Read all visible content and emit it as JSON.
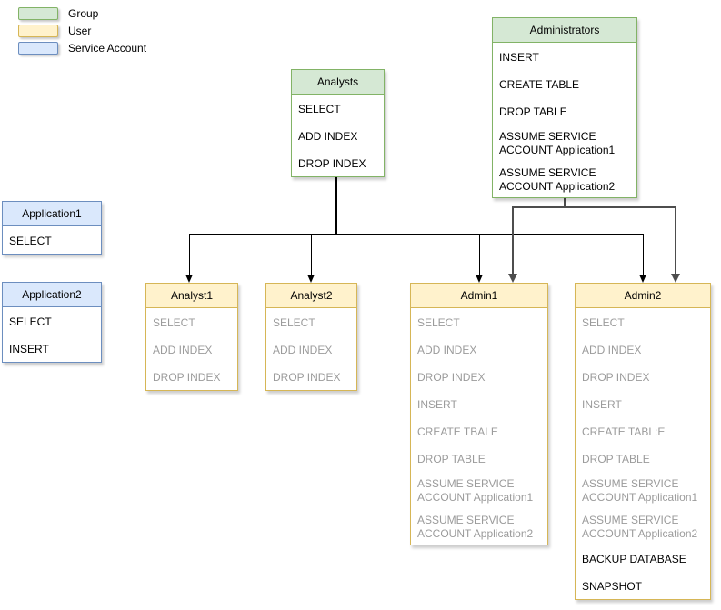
{
  "legend": {
    "items": [
      {
        "label": "Group"
      },
      {
        "label": "User"
      },
      {
        "label": "Service Account"
      }
    ]
  },
  "colors": {
    "group_fill": "#d5e8d4",
    "group_border": "#82b366",
    "user_fill": "#fff2cc",
    "user_border": "#d6b656",
    "service_fill": "#dae8fc",
    "service_border": "#6c8ebf",
    "body_fill": "#ffffff",
    "text": "#000000",
    "muted_text": "#9b9b9b",
    "connector_primary": "#000000",
    "connector_secondary": "#4d4d4d"
  },
  "nodes": {
    "analysts": {
      "title": "Analysts",
      "type": "Group",
      "permissions": [
        {
          "text": "SELECT",
          "muted": false
        },
        {
          "text": "ADD INDEX",
          "muted": false
        },
        {
          "text": "DROP INDEX",
          "muted": false
        }
      ]
    },
    "administrators": {
      "title": "Administrators",
      "type": "Group",
      "permissions": [
        {
          "text": "INSERT",
          "muted": false
        },
        {
          "text": "CREATE TABLE",
          "muted": false
        },
        {
          "text": "DROP TABLE",
          "muted": false
        },
        {
          "text": "ASSUME SERVICE\nACCOUNT Application1",
          "muted": false
        },
        {
          "text": "ASSUME SERVICE\nACCOUNT Application2",
          "muted": false
        }
      ]
    },
    "application1": {
      "title": "Application1",
      "type": "Service Account",
      "permissions": [
        {
          "text": "SELECT",
          "muted": false
        }
      ]
    },
    "application2": {
      "title": "Application2",
      "type": "Service Account",
      "permissions": [
        {
          "text": "SELECT",
          "muted": false
        },
        {
          "text": "INSERT",
          "muted": false
        }
      ]
    },
    "analyst1": {
      "title": "Analyst1",
      "type": "User",
      "permissions": [
        {
          "text": "SELECT",
          "muted": true
        },
        {
          "text": "ADD INDEX",
          "muted": true
        },
        {
          "text": "DROP INDEX",
          "muted": true
        }
      ]
    },
    "analyst2": {
      "title": "Analyst2",
      "type": "User",
      "permissions": [
        {
          "text": "SELECT",
          "muted": true
        },
        {
          "text": "ADD INDEX",
          "muted": true
        },
        {
          "text": "DROP INDEX",
          "muted": true
        }
      ]
    },
    "admin1": {
      "title": "Admin1",
      "type": "User",
      "permissions": [
        {
          "text": "SELECT",
          "muted": true
        },
        {
          "text": "ADD INDEX",
          "muted": true
        },
        {
          "text": "DROP INDEX",
          "muted": true
        },
        {
          "text": "INSERT",
          "muted": true
        },
        {
          "text": "CREATE TBALE",
          "muted": true
        },
        {
          "text": "DROP TABLE",
          "muted": true
        },
        {
          "text": "ASSUME SERVICE\nACCOUNT Application1",
          "muted": true
        },
        {
          "text": "ASSUME SERVICE\nACCOUNT Application2",
          "muted": true
        }
      ]
    },
    "admin2": {
      "title": "Admin2",
      "type": "User",
      "permissions": [
        {
          "text": "SELECT",
          "muted": true
        },
        {
          "text": "ADD INDEX",
          "muted": true
        },
        {
          "text": "DROP INDEX",
          "muted": true
        },
        {
          "text": "INSERT",
          "muted": true
        },
        {
          "text": "CREATE TABL:E",
          "muted": true
        },
        {
          "text": "DROP TABLE",
          "muted": true
        },
        {
          "text": "ASSUME SERVICE\nACCOUNT Application1",
          "muted": true
        },
        {
          "text": "ASSUME SERVICE\nACCOUNT Application2",
          "muted": true
        },
        {
          "text": "BACKUP DATABASE",
          "muted": false
        },
        {
          "text": "SNAPSHOT",
          "muted": false
        }
      ]
    }
  }
}
